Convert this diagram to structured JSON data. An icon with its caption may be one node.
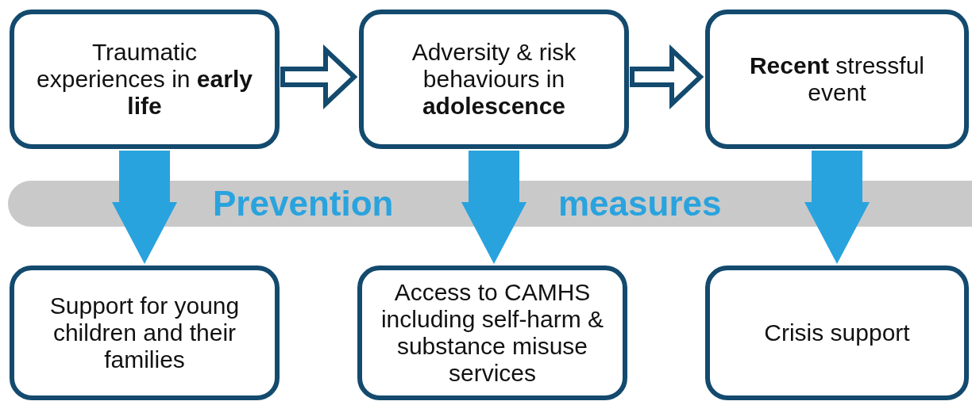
{
  "diagram": {
    "nodes": [
      {
        "text": [
          "Traumatic experiences in **early life**"
        ]
      },
      {
        "text": [
          "Adversity & risk behaviours in **adolescence**"
        ]
      },
      {
        "text": [
          "**Recent** stressful event"
        ]
      },
      {
        "text": [
          "Prevention",
          "measures"
        ]
      },
      {
        "text": [
          "Support for young children and their families"
        ]
      },
      {
        "text": [
          "Access to CAMHS including self-harm & substance misuse services"
        ]
      },
      {
        "text": [
          "Crisis support"
        ]
      }
    ],
    "edges": [
      {
        "from": 0,
        "to": 1,
        "arrow": "to"
      },
      {
        "from": 1,
        "to": 2,
        "arrow": "to"
      },
      {
        "from": 0,
        "to": 4,
        "arrow": "to",
        "style": "thick",
        "color": "#29a3de"
      },
      {
        "from": 1,
        "to": 5,
        "arrow": "to",
        "style": "thick",
        "color": "#29a3de"
      },
      {
        "from": 2,
        "to": 6,
        "arrow": "to",
        "style": "thick",
        "color": "#29a3de"
      }
    ]
  }
}
